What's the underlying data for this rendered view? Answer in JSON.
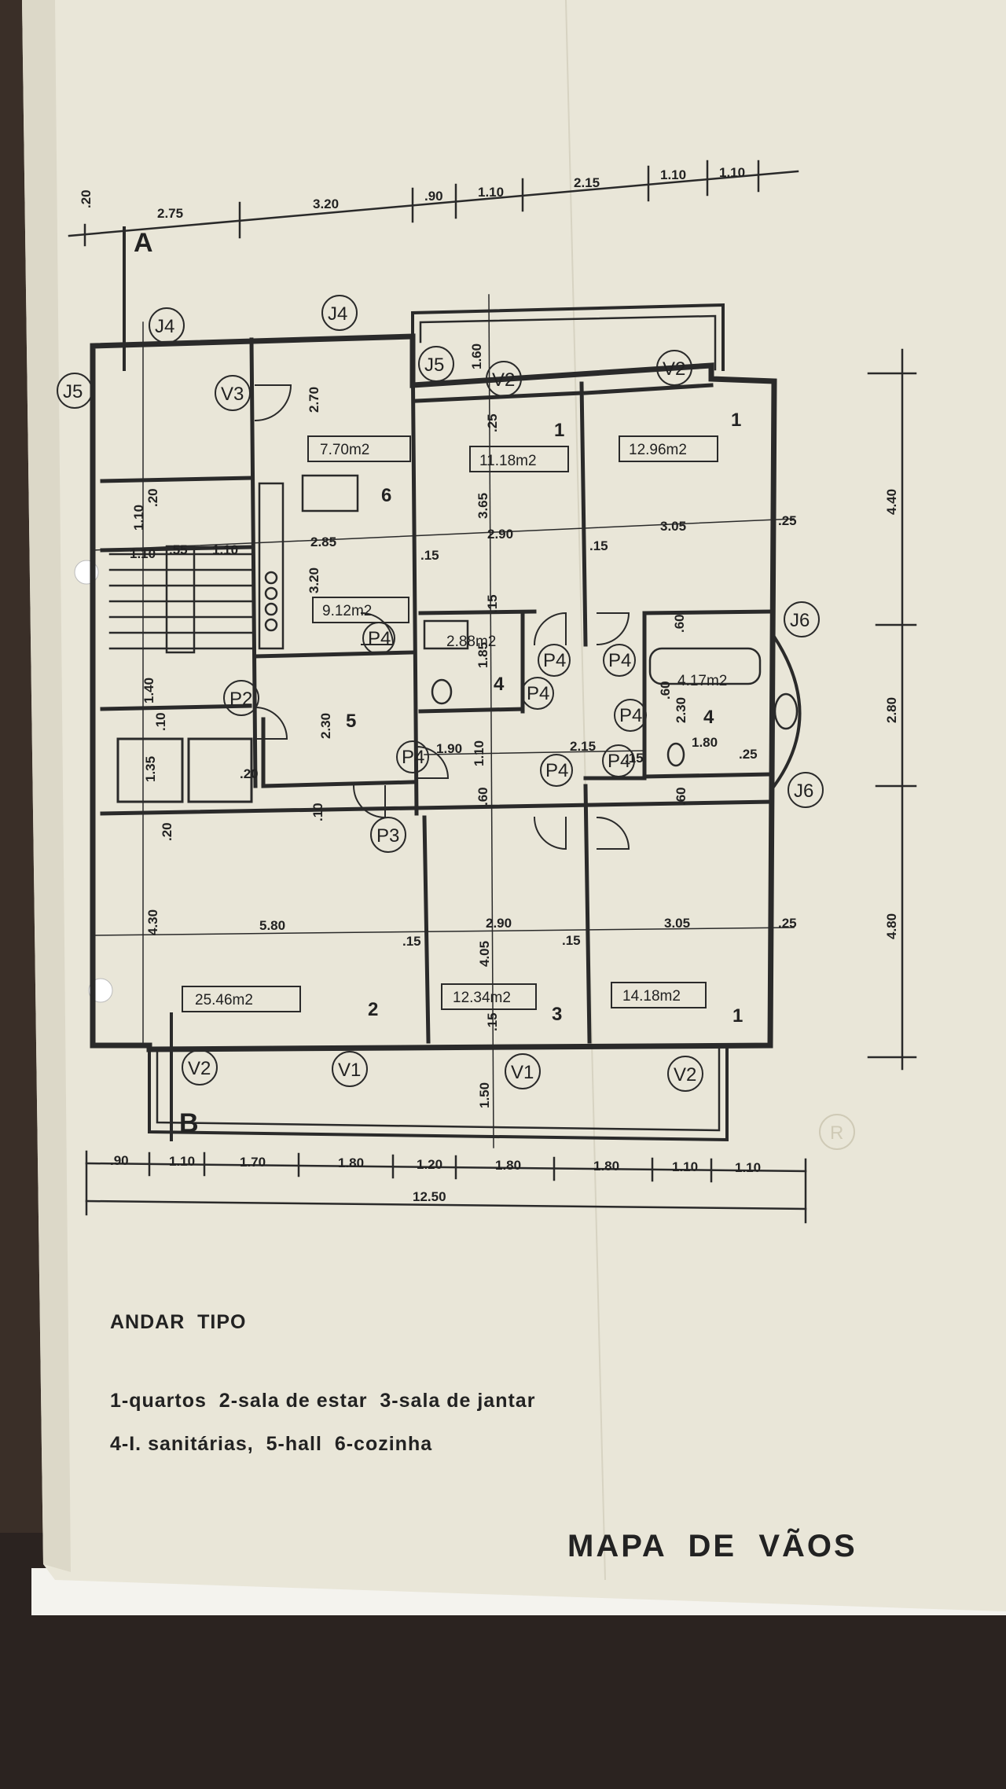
{
  "colors": {
    "paper": "#e9e6d8",
    "ink": "#2a2a2a",
    "backdrop": "#3a2f28"
  },
  "top_dims": [
    "2.75",
    "3.20",
    ".90",
    "1.10",
    "2.15",
    "1.10",
    "1.10"
  ],
  "top_left_small": ".20",
  "bottom_dims": [
    ".90",
    "1.10",
    "1.70",
    "1.80",
    "1.20",
    "1.80",
    "1.80",
    "1.10",
    "1.10"
  ],
  "overall_width": "12.50",
  "right_dims": [
    "4.40",
    "2.80",
    "4.80"
  ],
  "interior_dims": [
    "2.70",
    "1.10",
    ".20",
    "1.10",
    "1.10",
    ".55",
    "2.85",
    "3.20",
    "2.90",
    "3.05",
    ".25",
    "3.65",
    "1.40",
    "1.35",
    ".10",
    "2.30",
    ".10",
    ".20",
    "4.30",
    "5.80",
    ".15",
    "2.90",
    ".15",
    "3.05",
    ".25",
    "4.05",
    "1.50",
    ".20",
    "1.60",
    ".25",
    ".15",
    ".15",
    ".15",
    "1.85",
    "1.90",
    "1.10",
    "2.15",
    "2.30",
    "1.80",
    ".25",
    ".60",
    ".60",
    ".60",
    ".60",
    ".15",
    ".15"
  ],
  "section_marks": {
    "a": "A",
    "b": "B"
  },
  "tags": {
    "j4": "J4",
    "j5": "J5",
    "j6": "J6",
    "v1": "V1",
    "v2": "V2",
    "v3": "V3",
    "p2": "P2",
    "p3": "P3",
    "p4": "P4"
  },
  "areas": {
    "kitchen_top": "7.70m2",
    "kitchen_bottom": "9.12m2",
    "bed_a": "11.18m2",
    "bed_b": "12.96m2",
    "bath_left": "2.88m2",
    "bath_right": "4.17m2",
    "living": "25.46m2",
    "dining": "12.34m2",
    "bed_c": "14.18m2"
  },
  "room_numbers": [
    "1",
    "1",
    "1",
    "2",
    "3",
    "4",
    "4",
    "5",
    "6"
  ],
  "floor_title": "ANDAR  TIPO",
  "legend": [
    "1-quartos  2-sala de estar  3-sala de jantar",
    "4-I. sanitárias,  5-hall  6-cozinha"
  ],
  "sheet_title": "MAPA  DE  VÃOS",
  "stamp": "R"
}
